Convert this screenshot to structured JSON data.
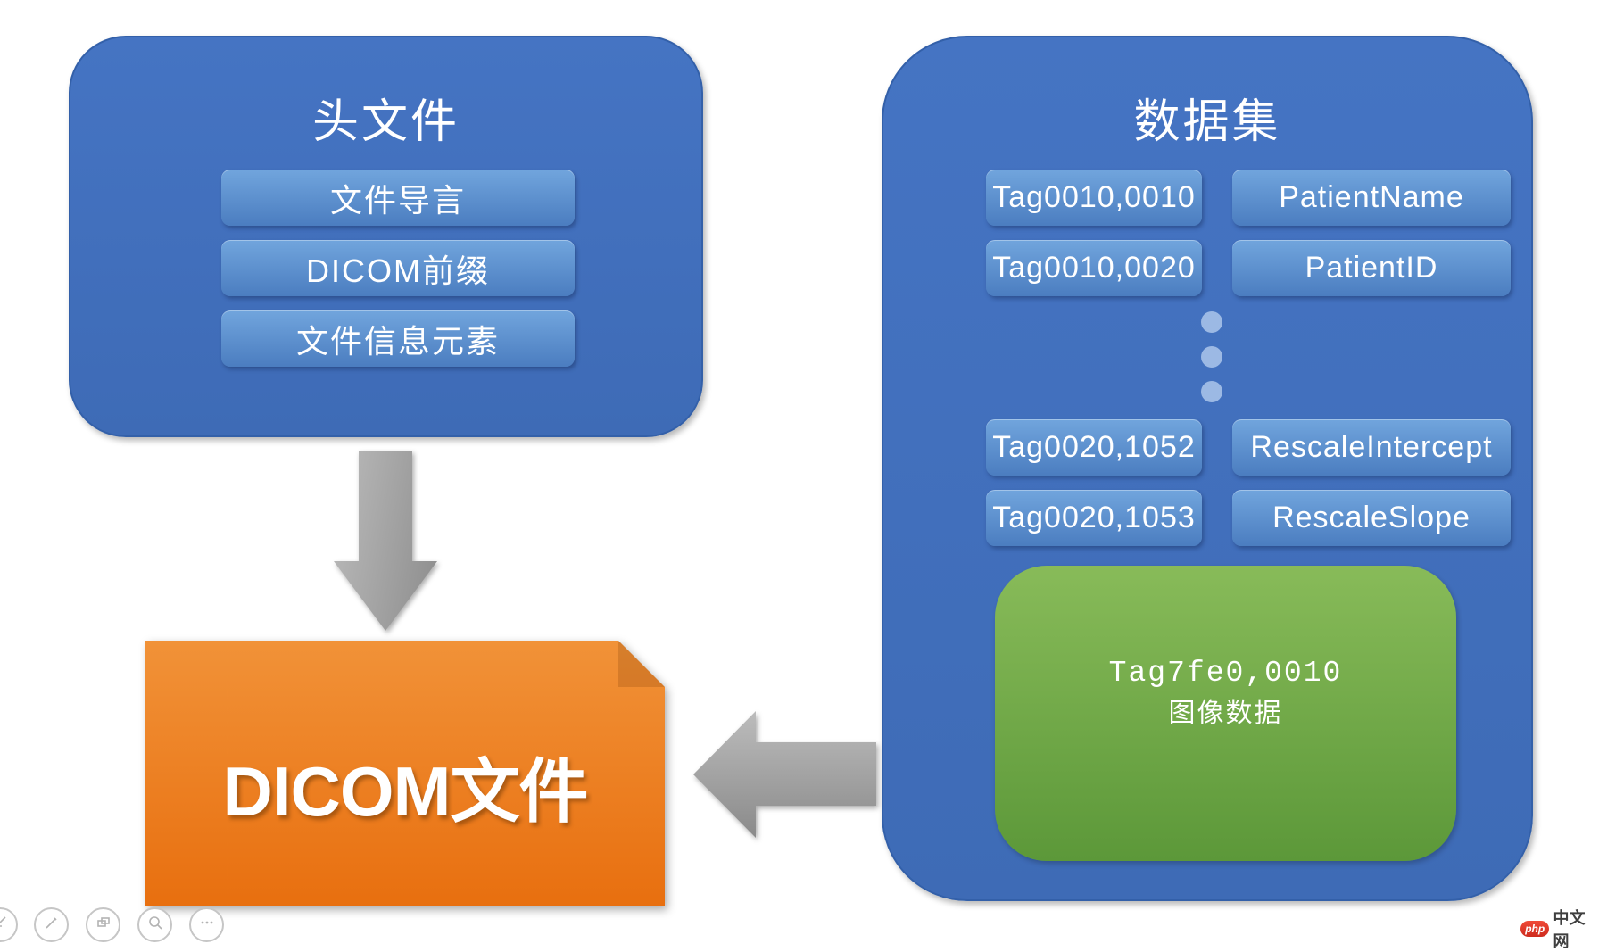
{
  "slide": {
    "header_box": {
      "title": "头文件",
      "items": [
        {
          "label": "文件导言"
        },
        {
          "label": "DICOM前缀"
        },
        {
          "label": "文件信息元素"
        }
      ]
    },
    "dataset_box": {
      "title": "数据集",
      "rows": [
        {
          "tag": "Tag0010,0010",
          "value": "PatientName"
        },
        {
          "tag": "Tag0010,0020",
          "value": "PatientID"
        },
        {
          "tag": "Tag0020,1052",
          "value": "RescaleIntercept"
        },
        {
          "tag": "Tag0020,1053",
          "value": "RescaleSlope"
        }
      ],
      "image_data_block": {
        "tag": "Tag7fe0,0010",
        "label": "图像数据"
      }
    },
    "dicom_file_box": {
      "label": "DICOM文件"
    }
  },
  "watermark": {
    "logo_text": "php",
    "site_text": "中文网"
  },
  "colors": {
    "panel_blue": "#4170BD",
    "panel_border": "#3360A9",
    "button_blue_top": "#71A5DD",
    "button_blue_bottom": "#4B7DC0",
    "dot_blue": "#9CB9E4",
    "green_top": "#88BB59",
    "green_bottom": "#5C9839",
    "orange_top": "#F19238",
    "orange_bottom": "#E86F0F",
    "arrow_gray": "#9A9A9A",
    "logo_red": "#DE3A2B"
  }
}
